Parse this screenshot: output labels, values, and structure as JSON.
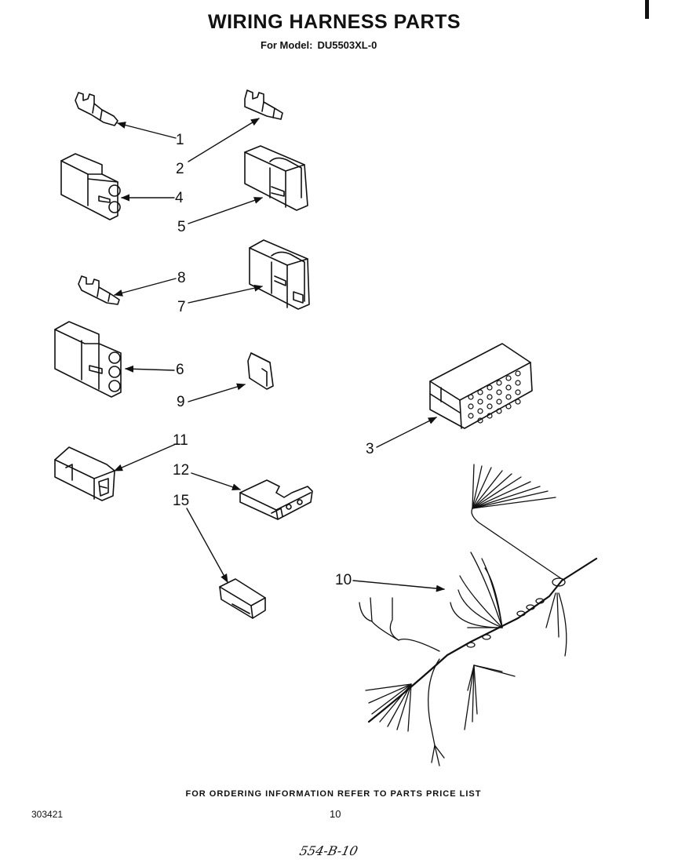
{
  "header": {
    "title": "WIRING HARNESS PARTS",
    "model_label": "For Model:",
    "model_value": "DU5503XL-0"
  },
  "callouts": [
    "1",
    "2",
    "4",
    "5",
    "8",
    "7",
    "6",
    "9",
    "3",
    "11",
    "12",
    "15",
    "10"
  ],
  "footer": {
    "ordering_note": "FOR ORDERING INFORMATION REFER TO PARTS PRICE LIST",
    "document_number": "303421",
    "page_number": "10",
    "handwritten_note": "554-B-10"
  }
}
